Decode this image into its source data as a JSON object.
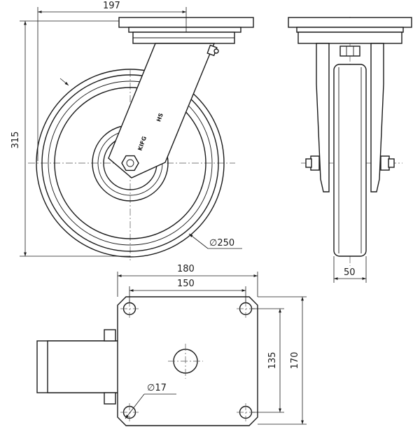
{
  "drawing": {
    "side_view": {
      "plate_offset_label": "197",
      "height_label": "315",
      "wheel_diameter_label": "∅250",
      "fork_marking": "KIFG",
      "fork_code": "HS"
    },
    "front_view": {
      "wheel_width_label": "50"
    },
    "top_plate": {
      "plate_width_label": "180",
      "hole_spacing_x_label": "150",
      "hole_spacing_y_label": "135",
      "plate_height_label": "170",
      "hole_diameter_label": "∅17"
    }
  }
}
